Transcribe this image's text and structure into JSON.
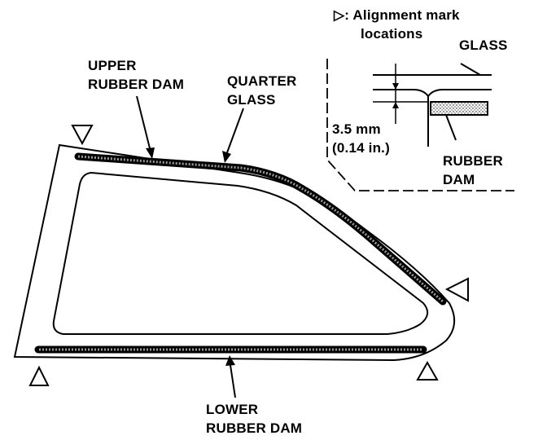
{
  "legend": {
    "symbol": "▷",
    "text_line1": ": Alignment mark",
    "text_line2": "locations"
  },
  "labels": {
    "upper_rubber_dam": [
      "UPPER",
      "RUBBER DAM"
    ],
    "quarter_glass": [
      "QUARTER",
      "GLASS"
    ],
    "lower_rubber_dam": [
      "LOWER",
      "RUBBER DAM"
    ]
  },
  "detail": {
    "glass": "GLASS",
    "rubber_dam": [
      "RUBBER",
      "DAM"
    ],
    "dimension_mm": "3.5 mm",
    "dimension_in": "(0.14 in.)"
  },
  "colors": {
    "ink": "#000000",
    "paper": "#ffffff",
    "dam_fill": "#555555"
  }
}
